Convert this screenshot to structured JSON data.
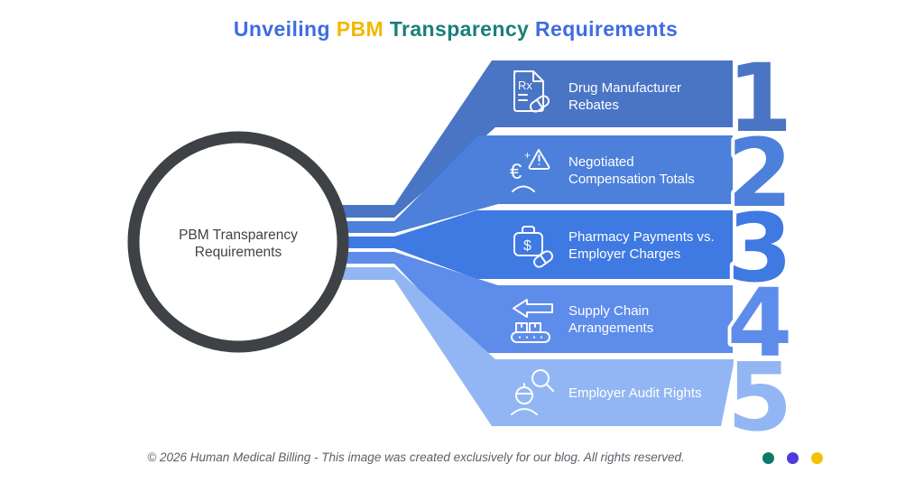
{
  "title": {
    "parts": [
      {
        "text": "Unveiling ",
        "color": "#3e6ce1"
      },
      {
        "text": "PBM ",
        "color": "#f2b800"
      },
      {
        "text": "Transparency ",
        "color": "#18807a"
      },
      {
        "text": "Requirements",
        "color": "#3e6ce1"
      }
    ]
  },
  "center": {
    "label_line1": "PBM Transparency",
    "label_line2": "Requirements",
    "ring_color": "#3e4145",
    "text_color": "#3f4348"
  },
  "bands": [
    {
      "number": "1",
      "label_line1": "Drug Manufacturer",
      "label_line2": "Rebates",
      "color": "#4a75c5",
      "icon": "rx-document-pill-icon",
      "icon_text": "Rx"
    },
    {
      "number": "2",
      "label_line1": "Negotiated",
      "label_line2": "Compensation Totals",
      "color": "#4c80da",
      "icon": "euro-warning-person-icon",
      "icon_euro": "€",
      "icon_plus": "+"
    },
    {
      "number": "3",
      "label_line1": "Pharmacy Payments vs.",
      "label_line2": "Employer Charges",
      "color": "#3f79e2",
      "icon": "money-bag-pill-icon",
      "icon_dollar": "$"
    },
    {
      "number": "4",
      "label_line1": "Supply Chain",
      "label_line2": "Arrangements",
      "color": "#5e8ceb",
      "icon": "conveyor-return-arrow-icon"
    },
    {
      "number": "5",
      "label_line1": "Employer Audit Rights",
      "label_line2": "",
      "color": "#92b6f3",
      "icon": "auditor-magnifier-icon"
    }
  ],
  "footer": {
    "text": "© 2026 Human Medical Billing - This image was created exclusively for our blog. All rights reserved.",
    "dot_colors": [
      "#0e7968",
      "#4f3ae0",
      "#f4c100"
    ]
  }
}
